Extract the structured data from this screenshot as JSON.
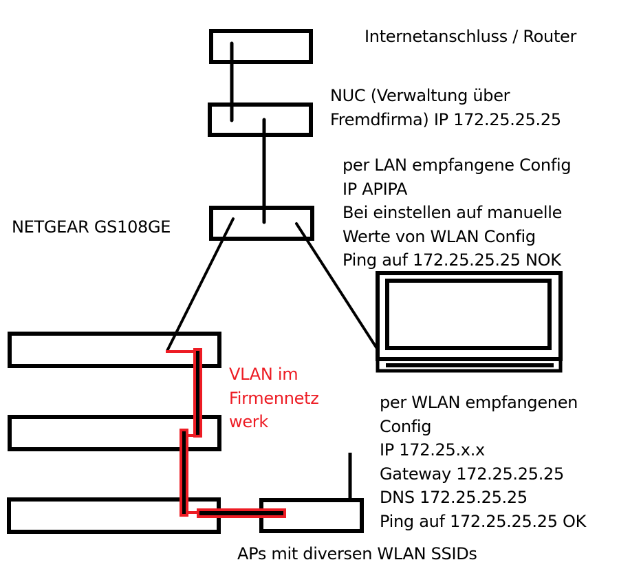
{
  "diagram": {
    "title": "Netzwerk-Skizze",
    "colors": {
      "line": "#000000",
      "vlan": "#ED1C24",
      "background": "#FFFFFF"
    },
    "nodes": [
      {
        "id": "router",
        "label": "Internetanschluss / Router"
      },
      {
        "id": "nuc",
        "label_lines": [
          "NUC (Verwaltung über",
          "Fremdfirma) IP 172.25.25.25"
        ]
      },
      {
        "id": "switch",
        "label": "NETGEAR GS108GE"
      },
      {
        "id": "laptop",
        "label_lines": [
          "per LAN empfangene Config",
          "IP APIPA",
          "Bei einstellen auf manuelle",
          "Werte von WLAN Config",
          "Ping auf 172.25.25.25 NOK"
        ]
      },
      {
        "id": "company-switch-1",
        "label": ""
      },
      {
        "id": "company-switch-2",
        "label": ""
      },
      {
        "id": "company-switch-3",
        "label": ""
      },
      {
        "id": "access-point",
        "label": "APs mit diversen WLAN SSIDs"
      }
    ],
    "vlan_label_lines": [
      "VLAN im",
      "Firmennetz",
      "werk"
    ],
    "wlan_config_lines": [
      "per WLAN empfangenen",
      "Config",
      "IP 172.25.x.x",
      "Gateway 172.25.25.25",
      "DNS 172.25.25.25",
      "Ping auf 172.25.25.25 OK"
    ],
    "edges": [
      {
        "from": "router",
        "to": "nuc",
        "type": "lan"
      },
      {
        "from": "nuc",
        "to": "switch",
        "type": "lan"
      },
      {
        "from": "switch",
        "to": "laptop",
        "type": "lan"
      },
      {
        "from": "switch",
        "to": "company-switch-1",
        "type": "lan"
      },
      {
        "from": "company-switch-1",
        "to": "company-switch-2",
        "type": "vlan"
      },
      {
        "from": "company-switch-2",
        "to": "company-switch-3",
        "type": "vlan"
      },
      {
        "from": "company-switch-3",
        "to": "access-point",
        "type": "vlan"
      }
    ]
  }
}
